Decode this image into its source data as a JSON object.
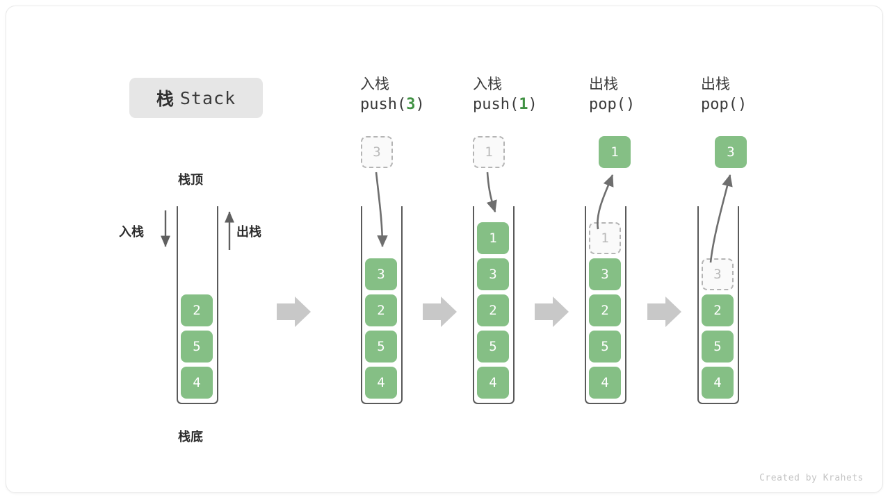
{
  "figure": {
    "title_cjk": "栈",
    "title_latin": "Stack",
    "watermark": "Created by Krahets",
    "colors": {
      "cell_green": "#85bf85",
      "cell_text": "#ffffff",
      "ghost_fill": "#fafafa",
      "ghost_border": "#b4b4b4",
      "ghost_text": "#b9b9b9",
      "arrow_gray": "#6e6e6e",
      "step_arrow_gray": "#c8c8c8",
      "badge_bg": "#e6e6e6",
      "arg_green": "#3f9142",
      "text_dark": "#3a3a3a"
    }
  },
  "base_stack": {
    "top_label": "栈顶",
    "bottom_label": "栈底",
    "push_label": "入栈",
    "pop_label": "出栈",
    "values": [
      "2",
      "5",
      "4"
    ]
  },
  "columns": [
    {
      "head_line1": "入栈",
      "head_op": "push(",
      "head_arg": "3",
      "head_close": ")",
      "floating": {
        "value": "3",
        "style": "ghost"
      },
      "arrow": "down",
      "stack": [
        {
          "value": "3",
          "style": "solid"
        },
        {
          "value": "2",
          "style": "solid"
        },
        {
          "value": "5",
          "style": "solid"
        },
        {
          "value": "4",
          "style": "solid"
        }
      ]
    },
    {
      "head_line1": "入栈",
      "head_op": "push(",
      "head_arg": "1",
      "head_close": ")",
      "floating": {
        "value": "1",
        "style": "ghost"
      },
      "arrow": "down",
      "stack": [
        {
          "value": "1",
          "style": "solid"
        },
        {
          "value": "3",
          "style": "solid"
        },
        {
          "value": "2",
          "style": "solid"
        },
        {
          "value": "5",
          "style": "solid"
        },
        {
          "value": "4",
          "style": "solid"
        }
      ]
    },
    {
      "head_line1": "出栈",
      "head_op": "pop(",
      "head_arg": "",
      "head_close": ")",
      "floating": {
        "value": "1",
        "style": "solid"
      },
      "arrow": "up",
      "stack": [
        {
          "value": "1",
          "style": "ghost"
        },
        {
          "value": "3",
          "style": "solid"
        },
        {
          "value": "2",
          "style": "solid"
        },
        {
          "value": "5",
          "style": "solid"
        },
        {
          "value": "4",
          "style": "solid"
        }
      ]
    },
    {
      "head_line1": "出栈",
      "head_op": "pop(",
      "head_arg": "",
      "head_close": ")",
      "floating": {
        "value": "3",
        "style": "solid"
      },
      "arrow": "up",
      "stack": [
        {
          "value": "3",
          "style": "ghost"
        },
        {
          "value": "2",
          "style": "solid"
        },
        {
          "value": "5",
          "style": "solid"
        },
        {
          "value": "4",
          "style": "solid"
        }
      ]
    }
  ],
  "step_arrows": [
    "step-arrow-1",
    "step-arrow-2",
    "step-arrow-3",
    "step-arrow-4"
  ]
}
